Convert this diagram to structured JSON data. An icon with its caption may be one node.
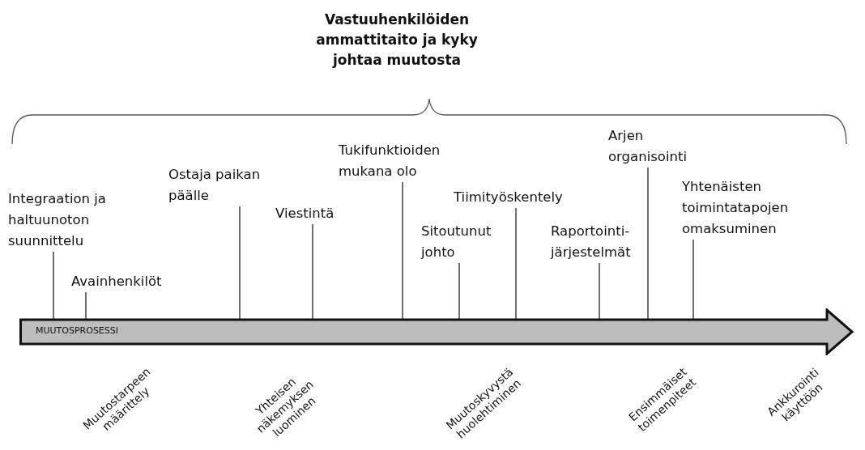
{
  "diagram": {
    "title": "Vastuuhenkilöiden ammattitaito ja kyky johtaa muutosta",
    "nodes": [
      {
        "text": [
          "Integraation ja haltuunoton suunnittelu"
        ]
      },
      {
        "text": [
          "Avainhenkilöt"
        ]
      },
      {
        "text": [
          "Ostaja paikan päälle"
        ]
      },
      {
        "text": [
          "Viestintä"
        ]
      },
      {
        "text": [
          "Tukifunktioiden mukana olo"
        ]
      },
      {
        "text": [
          "Sitoutunut johto"
        ]
      },
      {
        "text": [
          "Tiimityöskentely"
        ]
      },
      {
        "text": [
          "Arjen organisointi"
        ]
      },
      {
        "text": [
          "Raportointi- järjestelmät"
        ]
      },
      {
        "text": [
          "Yhtenäisten toimintatapojen omaksuminen"
        ]
      },
      {
        "text": [
          "MUUTOSPROSESSI"
        ]
      }
    ],
    "edges": [
      {
        "from": 0,
        "to": 10,
        "arrow": "none"
      },
      {
        "from": 1,
        "to": 10,
        "arrow": "none"
      },
      {
        "from": 2,
        "to": 10,
        "arrow": "none"
      },
      {
        "from": 3,
        "to": 10,
        "arrow": "none"
      },
      {
        "from": 4,
        "to": 10,
        "arrow": "none"
      },
      {
        "from": 5,
        "to": 10,
        "arrow": "none"
      },
      {
        "from": 6,
        "to": 10,
        "arrow": "none"
      },
      {
        "from": 7,
        "to": 10,
        "arrow": "none"
      },
      {
        "from": 8,
        "to": 10,
        "arrow": "none"
      },
      {
        "from": 9,
        "to": 10,
        "arrow": "none"
      }
    ],
    "labels": [
      "Muutostarpeen määrittely",
      "Yhteisen näkemyksen luominen",
      "Muutoskyvystä huolehtiminen",
      "Ensimmäiset toimenpiteet",
      "Ankkurointi käyttöön"
    ]
  }
}
